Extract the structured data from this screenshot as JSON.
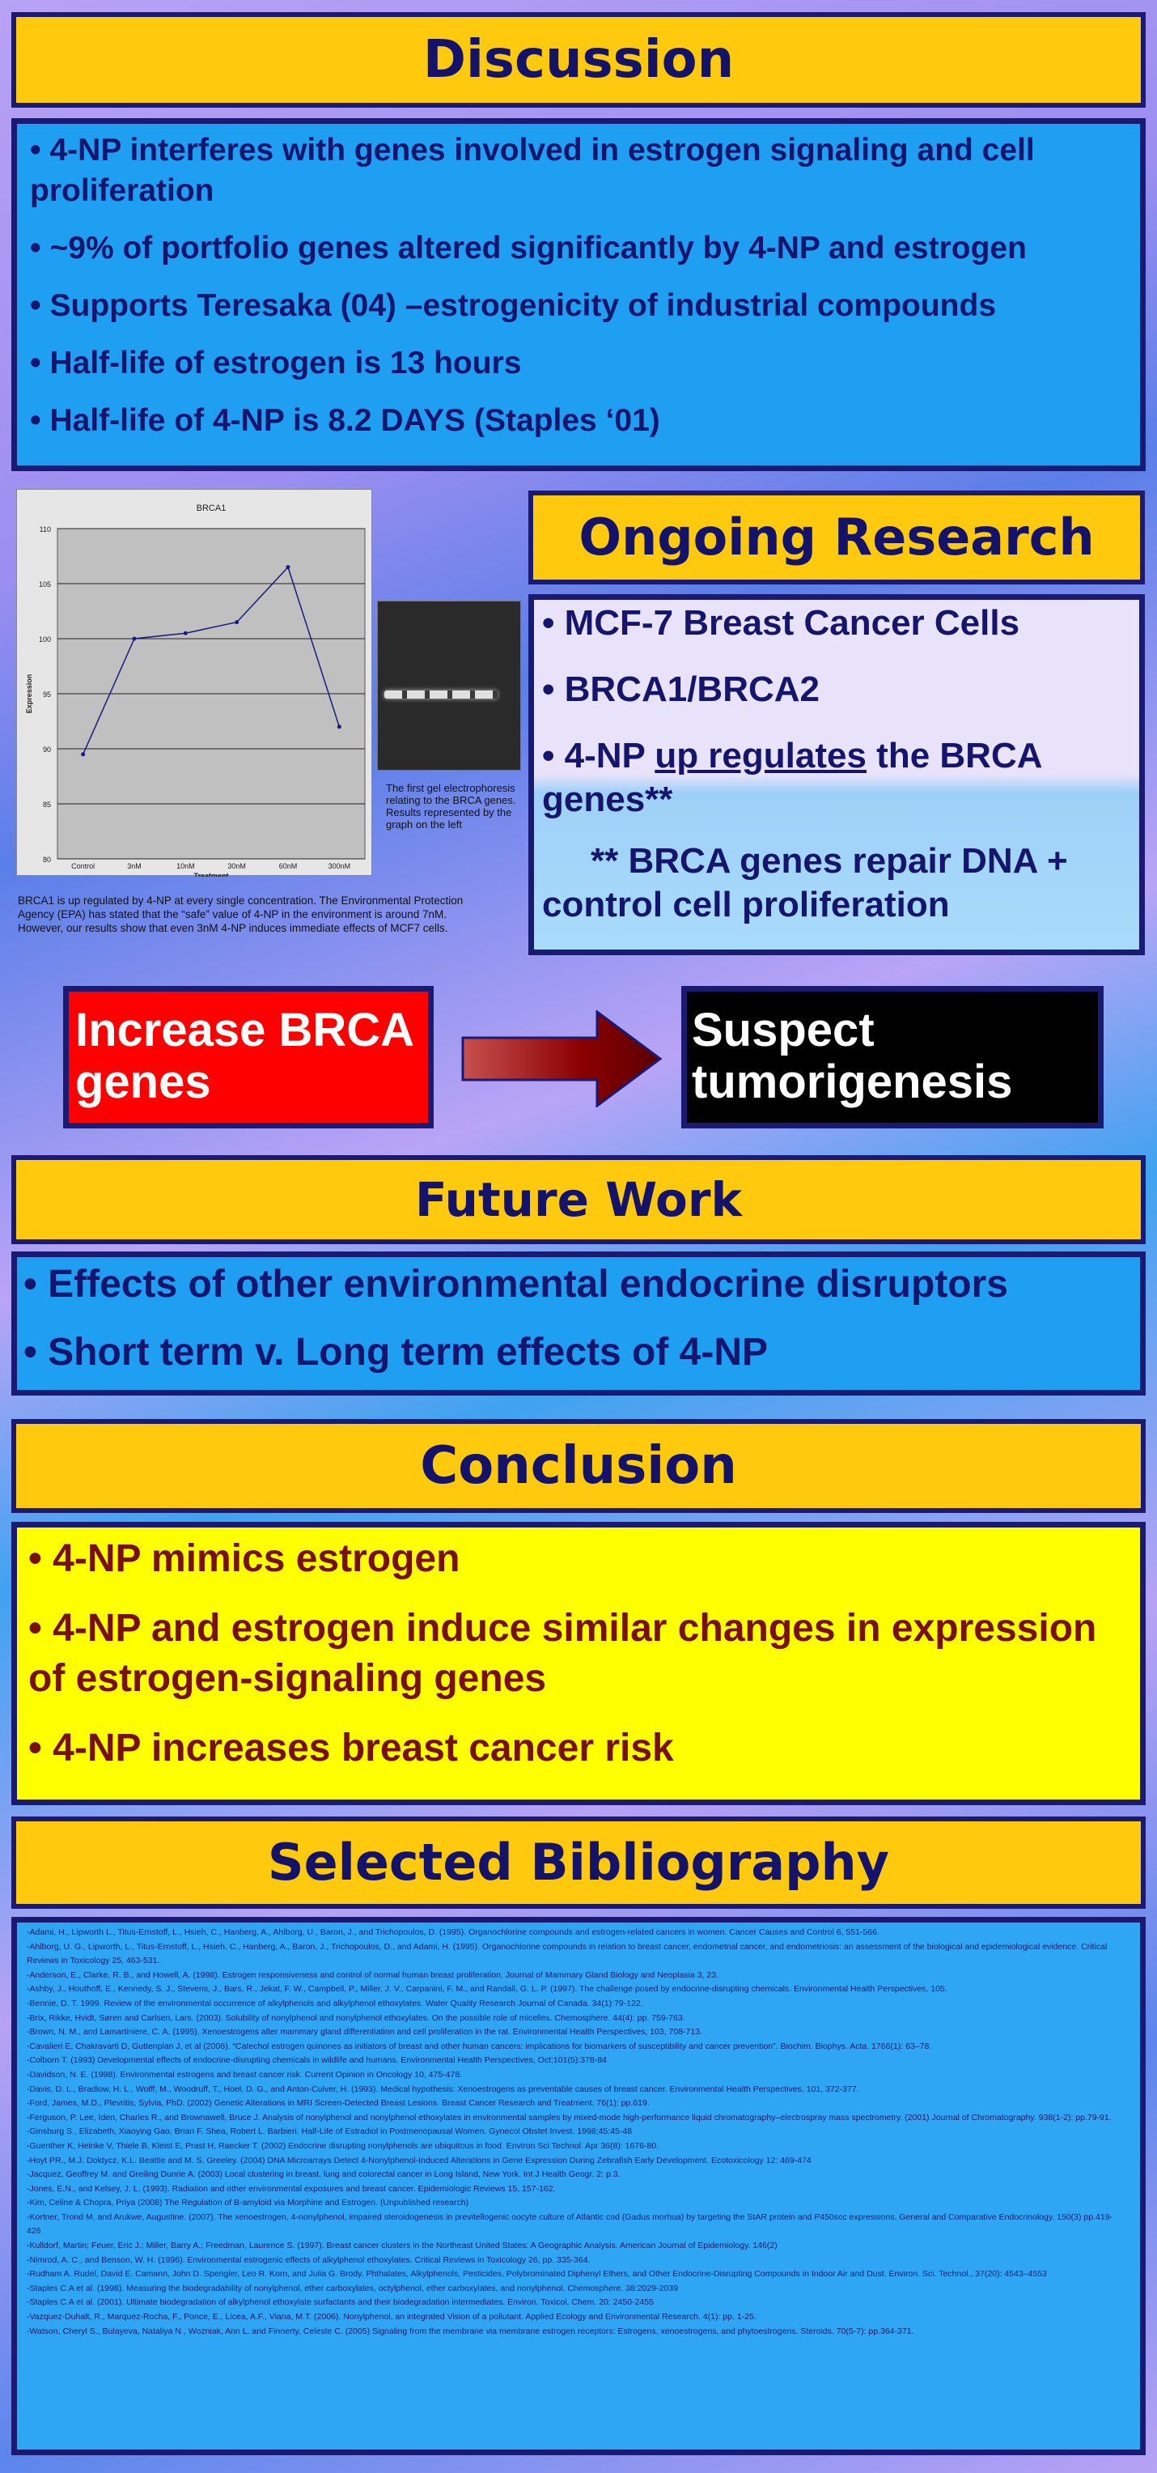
{
  "discussion": {
    "title": "Discussion",
    "bullets": [
      "• 4-NP interferes with genes involved in estrogen signaling and cell proliferation",
      "• ~9% of portfolio genes altered significantly by 4-NP and estrogen",
      "• Supports Teresaka (04) –estrogenicity of industrial compounds",
      "• Half-life of estrogen is 13 hours",
      "• Half-life of 4-NP is 8.2 DAYS (Staples ‘01)"
    ]
  },
  "chart_data": {
    "type": "line",
    "title": "BRCA1",
    "xlabel": "Treatment",
    "ylabel": "Expression",
    "categories": [
      "Control",
      "3nM",
      "10nM",
      "30nM",
      "60nM",
      "300nM"
    ],
    "values": [
      89.5,
      100,
      100.5,
      101.5,
      106.5,
      92
    ],
    "ylim": [
      80,
      110
    ],
    "yticks": [
      "80",
      "85",
      "90",
      "95",
      "100",
      "105",
      "110"
    ],
    "grid": true,
    "colors": {
      "line": "#1a1a80",
      "plot_bg": "#c0c0c0",
      "frame_bg": "#e6e6e6"
    }
  },
  "gel_caption": "The first gel electrophoresis relating to the BRCA genes. Results represented by the graph on the left",
  "brca_caption": "BRCA1 is up regulated by 4-NP at every single concentration. The Environmental Protection Agency (EPA) has stated that the “safe” value of 4-NP in the environment is around 7nM. However, our results show that even 3nM 4-NP induces immediate effects of MCF7 cells.",
  "ongoing": {
    "title": "Ongoing Research",
    "b1": "• MCF-7 Breast Cancer Cells",
    "b2": "• BRCA1/BRCA2",
    "b3_pre": "• 4-NP ",
    "b3_link": "up regulates",
    "b3_post": " the BRCA genes**",
    "note": "** BRCA genes repair DNA + control cell proliferation"
  },
  "flow": {
    "left": "Increase BRCA genes",
    "right": "Suspect tumorigenesis",
    "colors": {
      "left_bg": "#ff0000",
      "right_bg": "#000000",
      "arrow": "#8b0000"
    }
  },
  "future": {
    "title": "Future Work",
    "bullets": [
      "• Effects of other environmental endocrine disruptors",
      "• Short term v. Long term effects of 4-NP"
    ]
  },
  "conclusion": {
    "title": "Conclusion",
    "bullets": [
      "• 4-NP mimics estrogen",
      "• 4-NP and estrogen induce similar changes in expression of estrogen-signaling genes",
      "• 4-NP increases breast cancer risk"
    ]
  },
  "bibliography": {
    "title": "Selected Bibliography",
    "entries": [
      "-Adami, H., Lipworth L., Titus-Ernstoff, L., Hsieh, C., Hanberg, A., Ahlborg, U., Baron, J., and Trichopoulos, D. (1995). Organochlorine compounds and estrogen-related cancers in women. Cancer Causes and Control 6, 551-566.",
      "-Ahlborg, U. G., Lipworth, L., Titus-Ernstoff, L., Hsieh, C., Hanberg, A., Baron, J., Trichopoulos, D., and Adami, H. (1995). Organochlorine compounds in relation to breast cancer, endometrial cancer, and endometriosis: an assessment of the biological and epidemiological evidence. Critical",
      "Reviews in Toxicology 25, 463-531.",
      "-Anderson, E., Clarke, R. B., and Howell, A. (1998). Estrogen responsiveness and control of normal human breast proliferation. Journal of Mammary Gland Biology and Neoplasia 3, 23.",
      "-Ashby, J., Houthoff, E., Kennedy, S. J., Stevens, J., Bars, R., Jekat, F. W., Campbell, P., Miller, J. V., Carpanini, F. M., and Randall, G. L. P. (1997). The challenge posed by endocrine-disrupting chemicals. Environmental Health Perspectives, 105.",
      "-Bennie, D. T. 1999. Review of the environmental occurrence of alkylphenols and alkylphenol ethoxylates. Water Quality Research Journal of Canada. 34(1):79-122.",
      "-Brix, Rikke, Hvidt, Søren and Carlsen, Lars. (2003). Solubility of nonylphenol and nonylphenol ethoxylates. On the possible role of micelles. Chemosphere. 44(4): pp. 759-763.",
      "-Brown, N. M., and Lamartiniere, C. A. (1995). Xenoestrogens alter mammary gland differentiation and cell proliferation in the rat. Environmental Health Perspectives, 103, 708-713.",
      "-Cavalieri E, Chakravarti D, Guttenplan J, et al (2006). “Catechol estrogen quinones as initiators of breast and other human cancers: implications for biomarkers of susceptibility and cancer prevention”. Biochim. Biophys. Acta. 1766(1): 63–78.",
      "-Colborn T. (1993) Developmental effects of endocrine-disrupting chemicals in wildlife and humans. Environmental Health Perspectives, Oct;101(5):378-84",
      "-Davidson, N. E. (1998). Environmental estrogens and breast cancer risk. Current Opinion in Oncology 10, 475-478.",
      "-Davis, D. L., Bradlow, H. L., Wolff, M., Woodruff, T., Hoel, D. G., and Anton-Culver, H. (1993). Medical hypothesis: Xenoestrogens as preventable causes of breast cancer. Environmental Health Perspectives, 101, 372-377.",
      "-Ford, James, M.D., Plevritis, Sylvia, PhD. (2002) Genetic Alterations in MRI Screen-Detected Breast Lesions. Breast Cancer Research and Treatment. 76(1): pp.619.",
      "-Ferguson, P. Lee, Iden, Charles R., and Brownawell, Bruce J. Analysis of nonylphenol and nonylphenol ethoxylates in environmental samples by mixed-mode high-performance liquid chromatography–electrospray mass spectrometry. (2001) Journal of Chromatography. 938(1-2): pp.79-91.",
      "-Ginsburg S., Elizabeth, Xiaoying Gao, Brian F. Shea, Robert L. Barbieri. Half-Life of Estradiol in Postmenopausal Women. Gynecol Obstet Invest. 1998;45:45-48",
      "-Guenther K, Heinke V, Thiele B, Kleist E, Prast H, Raecker T. (2002) Endocrine disrupting nonylphenols are ubiquitous in food. Environ Sci Technol. Apr 36(8): 1676-80.",
      "-Hoyt PR., M.J. Doktycz, K.L. Beattie and M. S. Greeley. (2004) DNA Microarrays Detect 4-Nonylphenol-Induced Alterations in Gene Expression During Zebrafish Early Development. Ecotoxicology 12: 469-474",
      "-Jacquez, Geoffrey M. and Greiling Dunrie A. (2003) Local clustering in breast, lung and colorectal cancer in Long Island, New York. Int J Health Geogr. 2: p.3.",
      "-Jones, E.N., and Kelsey, J. L. (1993). Radiation and other environmental exposures and breast cancer. Epidemiologic Reviews 15, 157-162.",
      "-Kim, Celine & Chopra, Priya (2008) The Regulation of Β-amyloid via Morphine and Estrogen. (Unpublished research)",
      "-Kortner, Trond M. and Arukwe, Augustine. (2007). The xenoestrogen, 4-nonylphenol, impaired steroidogenesis in previtellogenic oocyte culture of Atlantic cod (Gadus morhua) by targeting the StAR protein and P450scc expressions. General and Comparative Endocrinology. 150(3) pp.419-",
      "426",
      "-Kulldorf, Martin; Feuer, Eric J.; Miller, Barry A.; Freedman, Laurence S. (1997). Breast cancer clusters in the Northeast United States: A Geographic Analysis. American Journal of Epidemiology. 146(2)",
      "-Nimrod, A. C., and Benson, W. H. (1996). Environmental estrogenic effects of alkylphenol ethoxylates. Critical Reviews in Toxicology 26, pp. 335-364.",
      "-Rudham A. Rudel, David E. Camann, John D. Spengler, Leo R. Korn, and Julia G. Brody. Phthalates, Alkylphenols, Pesticides, Polybrominated Diphenyl Ethers, and Other Endocrine-Disrupting Compounds in Indoor Air and Dust. Environ. Sci. Technol., 37(20): 4543–4553",
      "-Staples C.A et al. (1998). Measuring the biodegradability of nonylphenol, ether carboxylates, octylphenol, ether carboxylates, and nonylphenol. Chemosphere. 38:2029-2039",
      "-Staples C.A et al. (2001). Ultimate biodegradation of alkylphenol ethoxylate surfactants and their biodegradation intermediates. Environ. Toxicol. Chem. 20: 2450-2455",
      "-Vazquez-Duhalt, R., Marquez-Rocha, F., Ponce, E., Licea, A.F., Viana, M.T. (2006). Nonylphenol, an integrated Vision of a pollutant. Applied Ecology and Environmental Research. 4(1): pp. 1-25.",
      "-Watson, Cheryl S., Bulayeva, Nataliya N., Wozniak, Ann L. and Finnerty, Celeste C. (2005) Signaling from the membrane via membrane estrogen receptors: Estrogens, xenoestrogens, and phytoestrogens. Steroids. 70(5-7): pp.364-371."
    ]
  }
}
